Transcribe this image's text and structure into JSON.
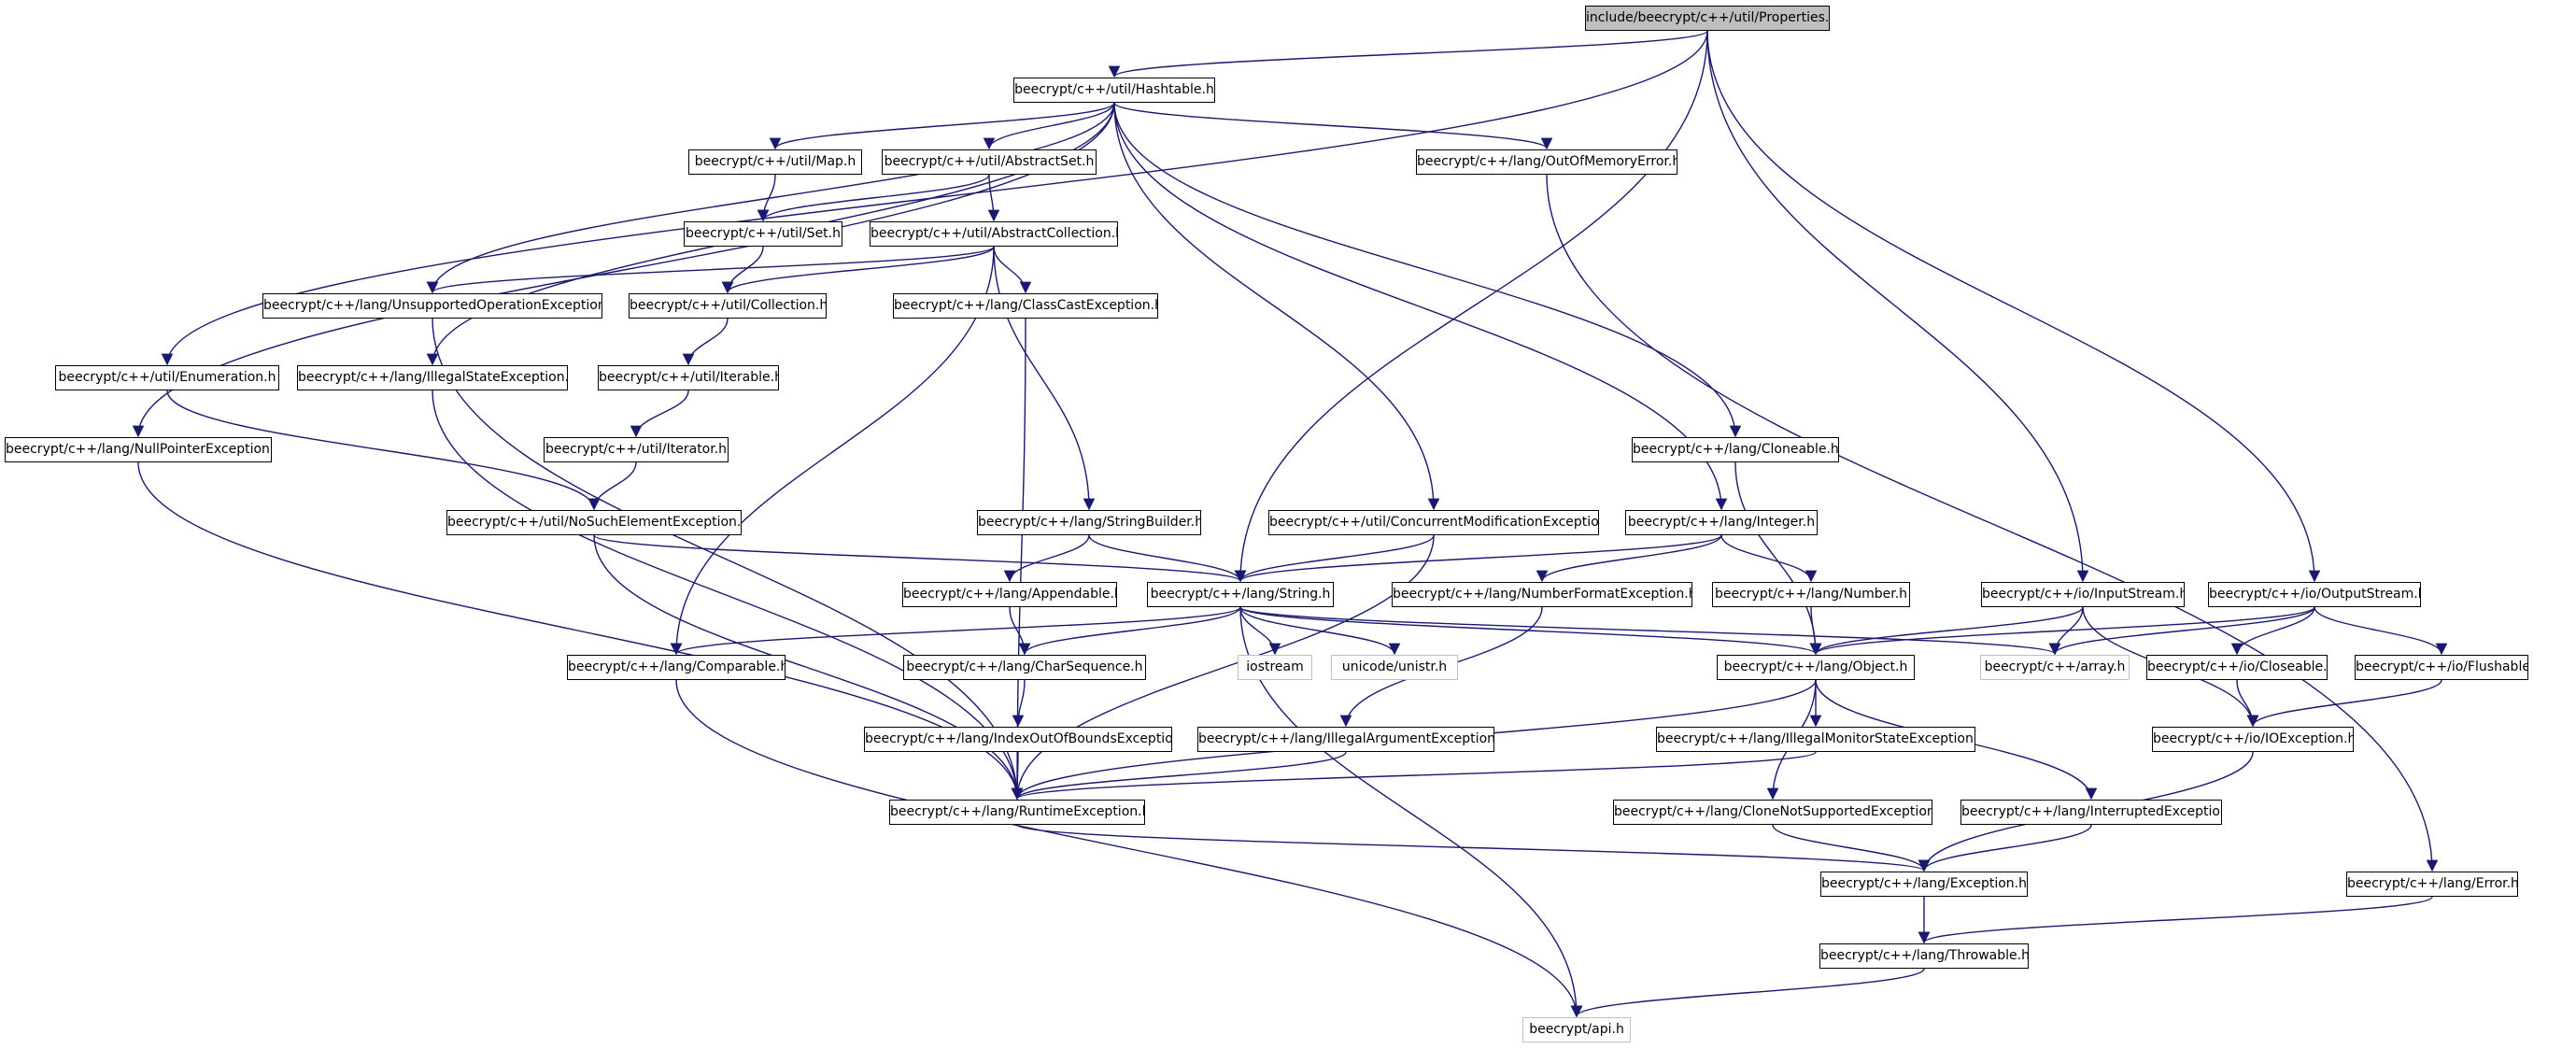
{
  "colors": {
    "edge": "#191970",
    "root_fill": "#bfbfbf",
    "border": "#000000",
    "external_border": "#bfbfbf"
  },
  "nodes": {
    "properties": {
      "label": "include/beecrypt/c++/util/Properties.h",
      "kind": "root"
    },
    "hashtable": {
      "label": "beecrypt/c++/util/Hashtable.h"
    },
    "map": {
      "label": "beecrypt/c++/util/Map.h"
    },
    "abstractset": {
      "label": "beecrypt/c++/util/AbstractSet.h"
    },
    "outofmemory": {
      "label": "beecrypt/c++/lang/OutOfMemoryError.h"
    },
    "set": {
      "label": "beecrypt/c++/util/Set.h"
    },
    "abstractcollection": {
      "label": "beecrypt/c++/util/AbstractCollection.h"
    },
    "unsupported": {
      "label": "beecrypt/c++/lang/UnsupportedOperationException.h"
    },
    "collection": {
      "label": "beecrypt/c++/util/Collection.h"
    },
    "classcast": {
      "label": "beecrypt/c++/lang/ClassCastException.h"
    },
    "enumeration": {
      "label": "beecrypt/c++/util/Enumeration.h"
    },
    "illegalstate": {
      "label": "beecrypt/c++/lang/IllegalStateException.h"
    },
    "iterable": {
      "label": "beecrypt/c++/util/Iterable.h"
    },
    "cloneable": {
      "label": "beecrypt/c++/lang/Cloneable.h"
    },
    "nullpointer": {
      "label": "beecrypt/c++/lang/NullPointerException.h"
    },
    "iterator": {
      "label": "beecrypt/c++/util/Iterator.h"
    },
    "nosuchelement": {
      "label": "beecrypt/c++/util/NoSuchElementException.h"
    },
    "stringbuilder": {
      "label": "beecrypt/c++/lang/StringBuilder.h"
    },
    "concurrent": {
      "label": "beecrypt/c++/util/ConcurrentModificationException.h"
    },
    "integer": {
      "label": "beecrypt/c++/lang/Integer.h"
    },
    "appendable": {
      "label": "beecrypt/c++/lang/Appendable.h"
    },
    "string": {
      "label": "beecrypt/c++/lang/String.h"
    },
    "numberformat": {
      "label": "beecrypt/c++/lang/NumberFormatException.h"
    },
    "number": {
      "label": "beecrypt/c++/lang/Number.h"
    },
    "inputstream": {
      "label": "beecrypt/c++/io/InputStream.h"
    },
    "outputstream": {
      "label": "beecrypt/c++/io/OutputStream.h"
    },
    "comparable": {
      "label": "beecrypt/c++/lang/Comparable.h"
    },
    "charsequence": {
      "label": "beecrypt/c++/lang/CharSequence.h"
    },
    "iostream": {
      "label": "iostream",
      "kind": "external"
    },
    "unistr": {
      "label": "unicode/unistr.h",
      "kind": "external"
    },
    "object": {
      "label": "beecrypt/c++/lang/Object.h"
    },
    "array": {
      "label": "beecrypt/c++/array.h",
      "kind": "external"
    },
    "closeable": {
      "label": "beecrypt/c++/io/Closeable.h"
    },
    "flushable": {
      "label": "beecrypt/c++/io/Flushable.h"
    },
    "indexoutofbounds": {
      "label": "beecrypt/c++/lang/IndexOutOfBoundsException.h"
    },
    "illegalargument": {
      "label": "beecrypt/c++/lang/IllegalArgumentException.h"
    },
    "illegalmonitor": {
      "label": "beecrypt/c++/lang/IllegalMonitorStateException.h"
    },
    "ioexception": {
      "label": "beecrypt/c++/io/IOException.h"
    },
    "runtime": {
      "label": "beecrypt/c++/lang/RuntimeException.h"
    },
    "clonenotsupported": {
      "label": "beecrypt/c++/lang/CloneNotSupportedException.h"
    },
    "interrupted": {
      "label": "beecrypt/c++/lang/InterruptedException.h"
    },
    "exception": {
      "label": "beecrypt/c++/lang/Exception.h"
    },
    "error": {
      "label": "beecrypt/c++/lang/Error.h"
    },
    "throwable": {
      "label": "beecrypt/c++/lang/Throwable.h"
    },
    "api": {
      "label": "beecrypt/api.h",
      "kind": "external"
    }
  },
  "edges": [
    [
      "properties",
      "hashtable"
    ],
    [
      "properties",
      "enumeration"
    ],
    [
      "properties",
      "string"
    ],
    [
      "properties",
      "inputstream"
    ],
    [
      "properties",
      "outputstream"
    ],
    [
      "hashtable",
      "map"
    ],
    [
      "hashtable",
      "abstractset"
    ],
    [
      "hashtable",
      "outofmemory"
    ],
    [
      "hashtable",
      "unsupported"
    ],
    [
      "hashtable",
      "illegalstate"
    ],
    [
      "hashtable",
      "nullpointer"
    ],
    [
      "hashtable",
      "cloneable"
    ],
    [
      "hashtable",
      "concurrent"
    ],
    [
      "hashtable",
      "integer"
    ],
    [
      "map",
      "set"
    ],
    [
      "abstractset",
      "set"
    ],
    [
      "abstractset",
      "abstractcollection"
    ],
    [
      "set",
      "collection"
    ],
    [
      "abstractcollection",
      "unsupported"
    ],
    [
      "abstractcollection",
      "collection"
    ],
    [
      "abstractcollection",
      "classcast"
    ],
    [
      "abstractcollection",
      "stringbuilder"
    ],
    [
      "abstractcollection",
      "comparable"
    ],
    [
      "collection",
      "iterable"
    ],
    [
      "iterable",
      "iterator"
    ],
    [
      "iterator",
      "nosuchelement"
    ],
    [
      "enumeration",
      "nosuchelement"
    ],
    [
      "nosuchelement",
      "string"
    ],
    [
      "nosuchelement",
      "runtime"
    ],
    [
      "unsupported",
      "runtime"
    ],
    [
      "illegalstate",
      "runtime"
    ],
    [
      "classcast",
      "runtime"
    ],
    [
      "nullpointer",
      "runtime"
    ],
    [
      "outofmemory",
      "error"
    ],
    [
      "cloneable",
      "object"
    ],
    [
      "stringbuilder",
      "appendable"
    ],
    [
      "stringbuilder",
      "string"
    ],
    [
      "concurrent",
      "string"
    ],
    [
      "concurrent",
      "runtime"
    ],
    [
      "integer",
      "string"
    ],
    [
      "integer",
      "numberformat"
    ],
    [
      "integer",
      "number"
    ],
    [
      "appendable",
      "charsequence"
    ],
    [
      "string",
      "comparable"
    ],
    [
      "string",
      "charsequence"
    ],
    [
      "string",
      "iostream"
    ],
    [
      "string",
      "unistr"
    ],
    [
      "string",
      "object"
    ],
    [
      "string",
      "array"
    ],
    [
      "string",
      "api"
    ],
    [
      "numberformat",
      "illegalargument"
    ],
    [
      "number",
      "object"
    ],
    [
      "inputstream",
      "object"
    ],
    [
      "inputstream",
      "array"
    ],
    [
      "inputstream",
      "ioexception"
    ],
    [
      "outputstream",
      "object"
    ],
    [
      "outputstream",
      "array"
    ],
    [
      "outputstream",
      "closeable"
    ],
    [
      "outputstream",
      "flushable"
    ],
    [
      "comparable",
      "api"
    ],
    [
      "charsequence",
      "indexoutofbounds"
    ],
    [
      "indexoutofbounds",
      "runtime"
    ],
    [
      "illegalargument",
      "runtime"
    ],
    [
      "object",
      "runtime"
    ],
    [
      "object",
      "illegalmonitor"
    ],
    [
      "object",
      "clonenotsupported"
    ],
    [
      "object",
      "interrupted"
    ],
    [
      "illegalmonitor",
      "runtime"
    ],
    [
      "closeable",
      "ioexception"
    ],
    [
      "flushable",
      "ioexception"
    ],
    [
      "ioexception",
      "exception"
    ],
    [
      "runtime",
      "exception"
    ],
    [
      "clonenotsupported",
      "exception"
    ],
    [
      "interrupted",
      "exception"
    ],
    [
      "error",
      "throwable"
    ],
    [
      "exception",
      "throwable"
    ],
    [
      "throwable",
      "api"
    ]
  ]
}
